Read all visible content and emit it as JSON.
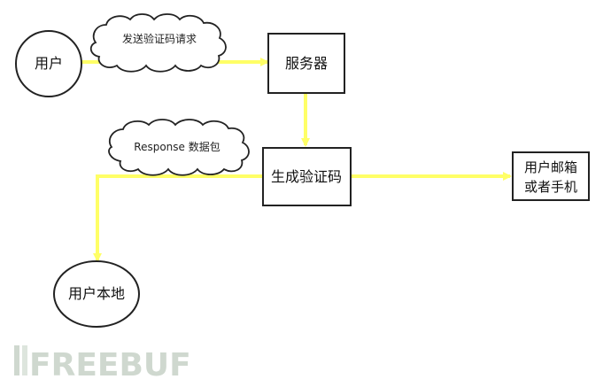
{
  "nodes": {
    "user": "用户",
    "server": "服务器",
    "generate_code": "生成验证码",
    "user_email_phone_line1": "用户邮箱",
    "user_email_phone_line2": "或者手机",
    "user_local": "用户本地"
  },
  "annotations": {
    "send_request": "发送验证码请求",
    "response_packet": "Response 数据包"
  },
  "watermark": {
    "text": "FREEBUF"
  },
  "colors": {
    "arrow": "#ffff66",
    "stroke": "#222222",
    "watermark": "#cfd8cf"
  }
}
